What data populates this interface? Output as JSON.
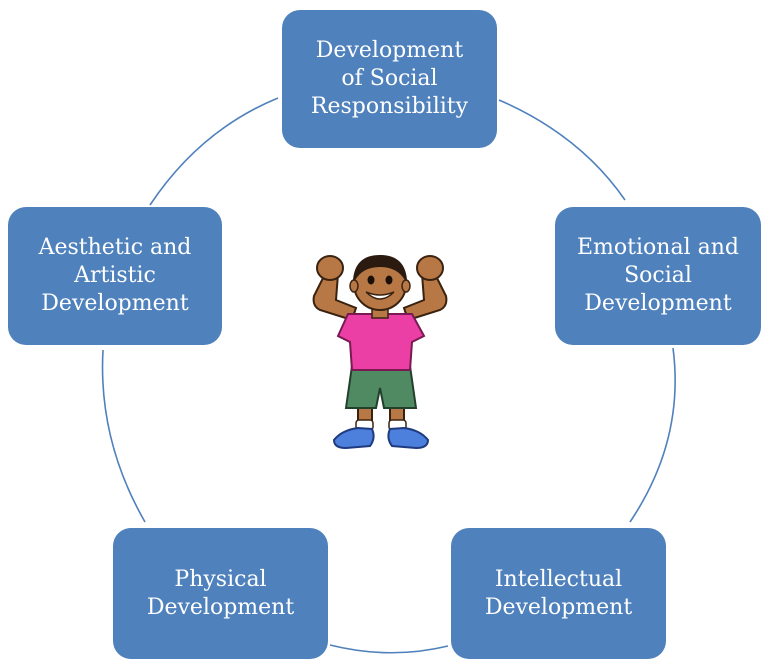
{
  "diagram": {
    "nodes": {
      "top": "Development\nof Social\nResponsibility",
      "right": "Emotional and\nSocial\nDevelopment",
      "left": "Aesthetic and\nArtistic\nDevelopment",
      "bottom_left": "Physical\nDevelopment",
      "bottom_right": "Intellectual\nDevelopment"
    },
    "colors": {
      "node_fill": "#4f81bd",
      "node_text": "#ffffff",
      "ring": "#4f81bd"
    },
    "center_image": "child-flexing-muscles-icon"
  }
}
